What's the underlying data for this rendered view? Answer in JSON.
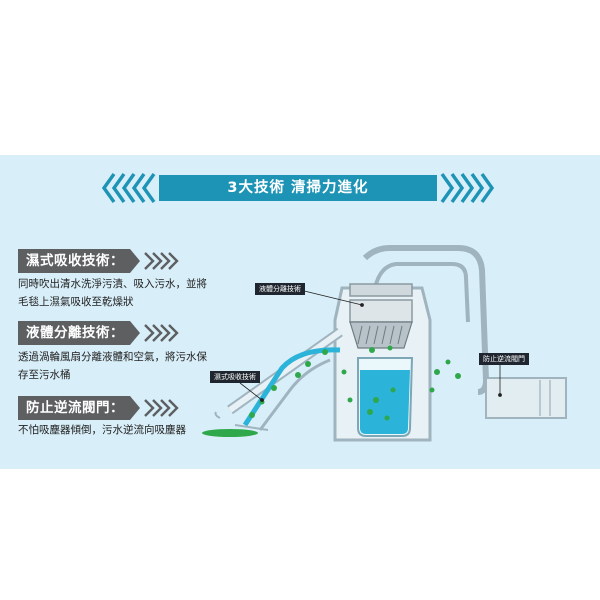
{
  "banner": {
    "title": "3大技術 清掃力進化"
  },
  "sections": [
    {
      "label": "濕式吸收技術：",
      "lines": [
        "同時吹出清水洗淨污漬、吸入污水，並將",
        "毛毯上濕氣吸收至乾燥狀"
      ]
    },
    {
      "label": "液體分離技術：",
      "lines": [
        "透過渦輪風扇分離液體和空氣，將污水保",
        "存至污水桶"
      ]
    },
    {
      "label": "防止逆流閥門：",
      "lines": [
        "不怕吸塵器傾倒，污水逆流向吸塵器"
      ]
    }
  ],
  "callouts": {
    "liquid_separation": "液體分離技術",
    "wet_suction": "濕式吸收技術",
    "backflow_valve": "防止逆流閥門"
  },
  "colors": {
    "panel_bg": "#d8eef8",
    "banner_bg": "#1d93b6",
    "chevron": "#1d93b6",
    "tab_bg": "#5d5f61",
    "water": "#2bb3d9",
    "droplet_green": "#2ea84a",
    "machine_outline": "#9fb4bf"
  }
}
